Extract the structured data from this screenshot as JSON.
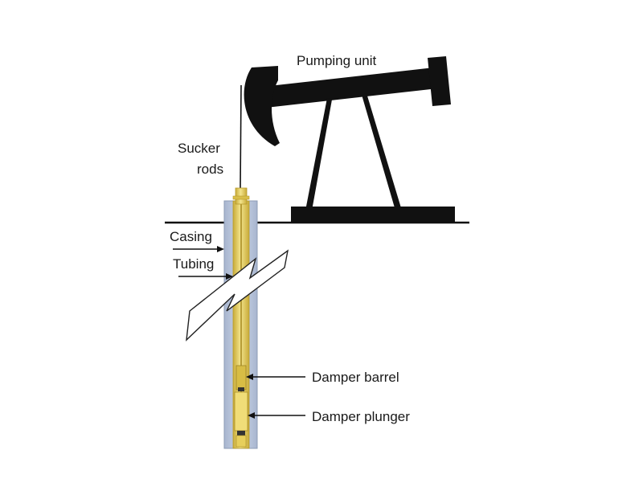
{
  "labels": {
    "pumping_unit": "Pumping unit",
    "sucker_rods_line1": "Sucker",
    "sucker_rods_line2": "rods",
    "casing": "Casing",
    "tubing": "Tubing",
    "damper_barrel": "Damper barrel",
    "damper_plunger": "Damper plunger"
  },
  "colors": {
    "pumping_unit": "#111111",
    "ground_line": "#111111",
    "casing_fill": "#b9c6dd",
    "casing_edge": "#8e9cb6",
    "tubing_gold": "#e7cf5c",
    "tubing_gold_light": "#f3e48c",
    "tubing_gold_dark": "#b79a2c",
    "break_band": "#ffffff"
  }
}
